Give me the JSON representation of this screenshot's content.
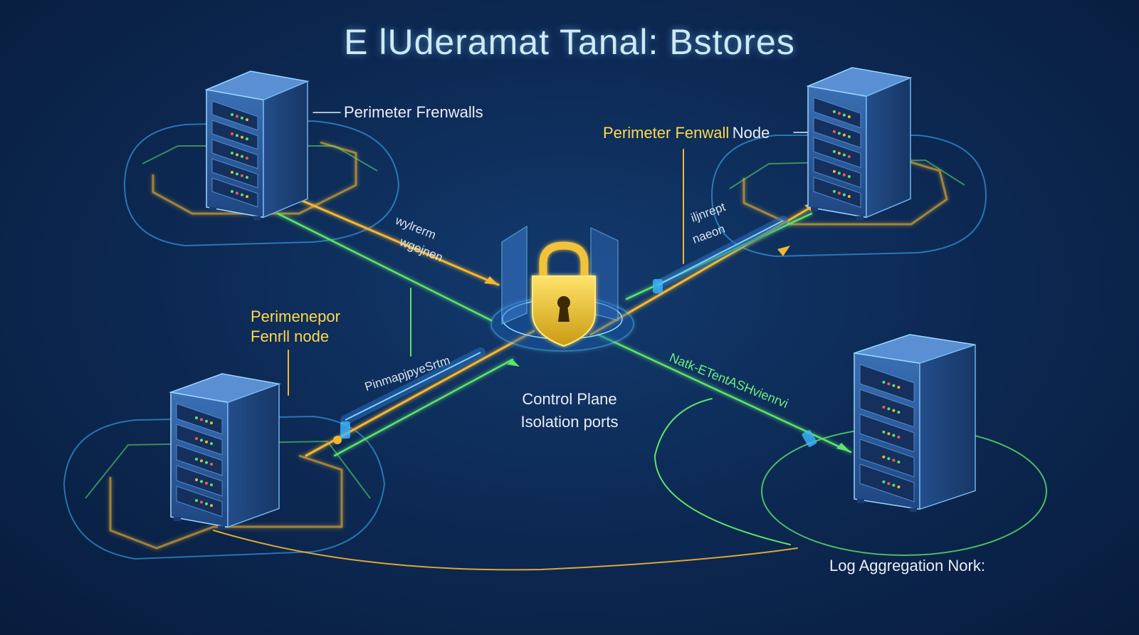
{
  "title": "E lUderamat Tanal: Bstores",
  "colors": {
    "background": "#0d2a55",
    "accent_yellow": "#f2b731",
    "accent_green": "#5fe36a",
    "accent_cyan": "#3fb6ff",
    "server_body": "#2e5b9a"
  },
  "nodes": {
    "top_left": {
      "label": "Perimeter Frenwalls",
      "icon": "server-rack-icon"
    },
    "top_right": {
      "label_highlight": "Perimeter Fenwall",
      "label_rest": "Node",
      "icon": "server-rack-icon"
    },
    "bottom_left": {
      "label_line1": "Perimenepor",
      "label_line2": "Fenrll node",
      "icon": "server-rack-icon"
    },
    "bottom_right": {
      "label": "Log Aggregation Nork:",
      "icon": "server-rack-icon"
    }
  },
  "center": {
    "icon": "padlock-icon",
    "label_line1": "Control Plane",
    "label_line2": "Isolation ports"
  },
  "link_labels": {
    "top_left_line1": "wylrerm",
    "top_left_line2": "wgejnen",
    "top_right_line1": "iljnrept",
    "top_right_line2": "naeon",
    "bottom_left": "PinmapjpyeSrtm",
    "bottom_right": "Natk-ETentASHvienrvi"
  }
}
